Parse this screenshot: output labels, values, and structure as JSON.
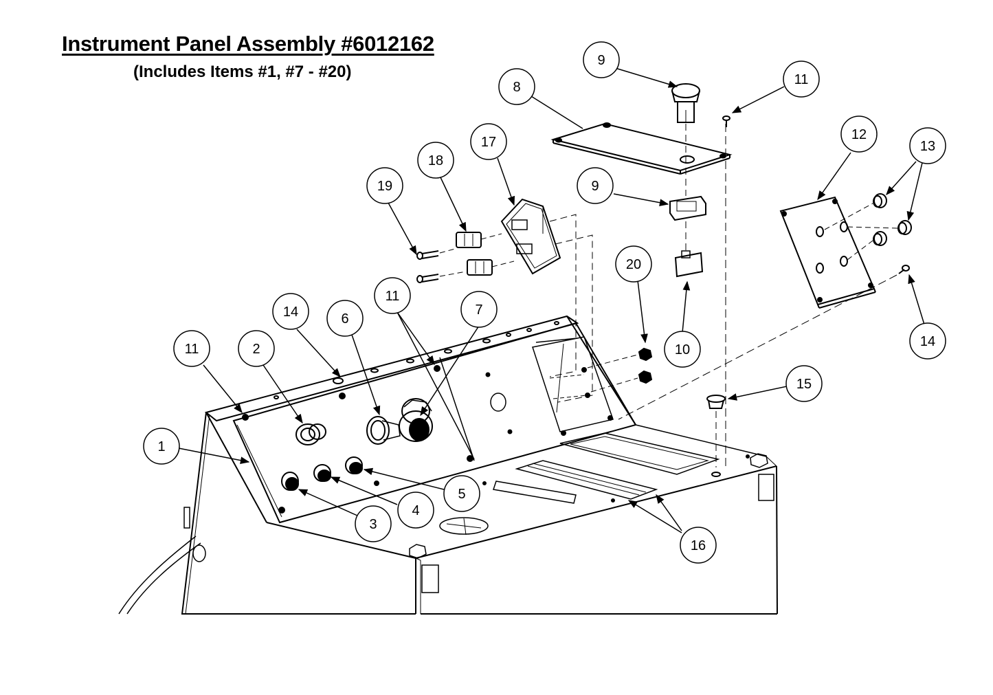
{
  "header": {
    "title": "Instrument Panel Assembly #6012162",
    "subtitle": "(Includes Items #1, #7 - #20)"
  },
  "callouts": [
    {
      "id": "c9a",
      "label": "9"
    },
    {
      "id": "c8",
      "label": "8"
    },
    {
      "id": "c11a",
      "label": "11"
    },
    {
      "id": "c12",
      "label": "12"
    },
    {
      "id": "c13",
      "label": "13"
    },
    {
      "id": "c17",
      "label": "17"
    },
    {
      "id": "c18",
      "label": "18"
    },
    {
      "id": "c19",
      "label": "19"
    },
    {
      "id": "c9b",
      "label": "9"
    },
    {
      "id": "c20",
      "label": "20"
    },
    {
      "id": "c10",
      "label": "10"
    },
    {
      "id": "c14a",
      "label": "14"
    },
    {
      "id": "c11b",
      "label": "11"
    },
    {
      "id": "c14b",
      "label": "14"
    },
    {
      "id": "c6",
      "label": "6"
    },
    {
      "id": "c7",
      "label": "7"
    },
    {
      "id": "c11c",
      "label": "11"
    },
    {
      "id": "c2",
      "label": "2"
    },
    {
      "id": "c15",
      "label": "15"
    },
    {
      "id": "c1",
      "label": "1"
    },
    {
      "id": "c5",
      "label": "5"
    },
    {
      "id": "c4",
      "label": "4"
    },
    {
      "id": "c3",
      "label": "3"
    },
    {
      "id": "c16",
      "label": "16"
    }
  ]
}
